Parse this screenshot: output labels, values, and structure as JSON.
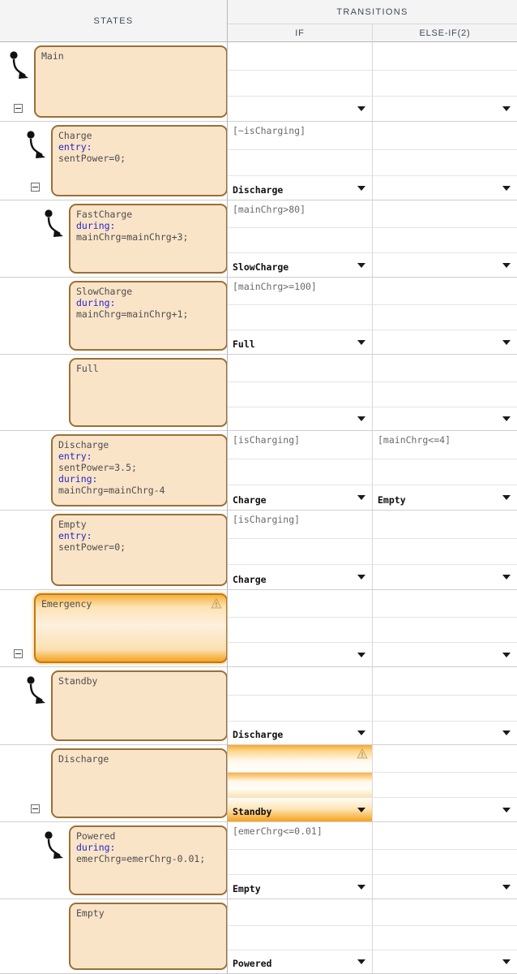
{
  "header": {
    "states_label": "STATES",
    "transitions_label": "TRANSITIONS",
    "if_label": "IF",
    "elseif_label": "ELSE-IF(2)"
  },
  "icons": {
    "collapse": "collapse-minus-icon",
    "default_transition": "default-transition-arrow-icon",
    "warning": "warning-triangle-icon",
    "dropdown": "chevron-down-icon"
  },
  "colors": {
    "state_fill": "#fae4c8",
    "state_border": "#9b6f36",
    "selected_accent": "#f5a21f",
    "header_bg": "#f4f4f4",
    "keyword": "#2626c8",
    "condition_text": "#6a6a6a",
    "destination_text": "#101010"
  },
  "rows": [
    {
      "state": {
        "name": "Main",
        "lines": [
          {
            "t": "Main",
            "k": false
          }
        ],
        "indent": 42,
        "selected": false,
        "has_default_arrow": true,
        "has_collapse": true,
        "has_warning": false
      },
      "if": {
        "condition": "",
        "action": "",
        "destination": "",
        "highlight": false,
        "warning": false
      },
      "elseif": {
        "condition": "",
        "action": "",
        "destination": "",
        "highlight": false,
        "warning": false
      }
    },
    {
      "state": {
        "name": "Charge",
        "lines": [
          {
            "t": "Charge",
            "k": false
          },
          {
            "t": "entry:",
            "k": true
          },
          {
            "t": "sentPower=0;",
            "k": false
          }
        ],
        "indent": 63,
        "selected": false,
        "has_default_arrow": true,
        "has_collapse": true,
        "has_warning": false
      },
      "if": {
        "condition": "[~isCharging]",
        "action": "",
        "destination": "Discharge",
        "highlight": false,
        "warning": false
      },
      "elseif": {
        "condition": "",
        "action": "",
        "destination": "",
        "highlight": false,
        "warning": false
      }
    },
    {
      "state": {
        "name": "FastCharge",
        "lines": [
          {
            "t": "FastCharge",
            "k": false
          },
          {
            "t": "during:",
            "k": true
          },
          {
            "t": "mainChrg=mainChrg+3;",
            "k": false
          }
        ],
        "indent": 85,
        "selected": false,
        "has_default_arrow": true,
        "has_collapse": false,
        "has_warning": false
      },
      "if": {
        "condition": "[mainChrg>80]",
        "action": "",
        "destination": "SlowCharge",
        "highlight": false,
        "warning": false
      },
      "elseif": {
        "condition": "",
        "action": "",
        "destination": "",
        "highlight": false,
        "warning": false
      }
    },
    {
      "state": {
        "name": "SlowCharge",
        "lines": [
          {
            "t": "SlowCharge",
            "k": false
          },
          {
            "t": "during:",
            "k": true
          },
          {
            "t": "mainChrg=mainChrg+1;",
            "k": false
          }
        ],
        "indent": 85,
        "selected": false,
        "has_default_arrow": false,
        "has_collapse": false,
        "has_warning": false
      },
      "if": {
        "condition": "[mainChrg>=100]",
        "action": "",
        "destination": "Full",
        "highlight": false,
        "warning": false
      },
      "elseif": {
        "condition": "",
        "action": "",
        "destination": "",
        "highlight": false,
        "warning": false
      }
    },
    {
      "state": {
        "name": "Full",
        "lines": [
          {
            "t": "Full",
            "k": false
          }
        ],
        "indent": 85,
        "selected": false,
        "has_default_arrow": false,
        "has_collapse": false,
        "has_warning": false
      },
      "if": {
        "condition": "",
        "action": "",
        "destination": "",
        "highlight": false,
        "warning": false
      },
      "elseif": {
        "condition": "",
        "action": "",
        "destination": "",
        "highlight": false,
        "warning": false
      }
    },
    {
      "state": {
        "name": "Discharge",
        "lines": [
          {
            "t": "Discharge",
            "k": false
          },
          {
            "t": "entry:",
            "k": true
          },
          {
            "t": "sentPower=3.5;",
            "k": false
          },
          {
            "t": "during:",
            "k": true
          },
          {
            "t": "mainChrg=mainChrg-4",
            "k": false
          }
        ],
        "indent": 63,
        "selected": false,
        "has_default_arrow": false,
        "has_collapse": false,
        "has_warning": false
      },
      "if": {
        "condition": "[isCharging]",
        "action": "",
        "destination": "Charge",
        "highlight": false,
        "warning": false
      },
      "elseif": {
        "condition": "[mainChrg<=4]",
        "action": "",
        "destination": "Empty",
        "highlight": false,
        "warning": false
      }
    },
    {
      "state": {
        "name": "Empty",
        "lines": [
          {
            "t": "Empty",
            "k": false
          },
          {
            "t": "entry:",
            "k": true
          },
          {
            "t": "sentPower=0;",
            "k": false
          }
        ],
        "indent": 63,
        "selected": false,
        "has_default_arrow": false,
        "has_collapse": false,
        "has_warning": false
      },
      "if": {
        "condition": "[isCharging]",
        "action": "",
        "destination": "Charge",
        "highlight": false,
        "warning": false
      },
      "elseif": {
        "condition": "",
        "action": "",
        "destination": "",
        "highlight": false,
        "warning": false
      }
    },
    {
      "state": {
        "name": "Emergency",
        "lines": [
          {
            "t": "Emergency",
            "k": false
          }
        ],
        "indent": 42,
        "selected": true,
        "has_default_arrow": false,
        "has_collapse": true,
        "has_warning": true
      },
      "if": {
        "condition": "",
        "action": "",
        "destination": "",
        "highlight": false,
        "warning": false
      },
      "elseif": {
        "condition": "",
        "action": "",
        "destination": "",
        "highlight": false,
        "warning": false
      }
    },
    {
      "state": {
        "name": "Standby",
        "lines": [
          {
            "t": "Standby",
            "k": false
          }
        ],
        "indent": 63,
        "selected": false,
        "has_default_arrow": true,
        "has_collapse": false,
        "has_warning": false
      },
      "if": {
        "condition": "",
        "action": "",
        "destination": "Discharge",
        "highlight": false,
        "warning": false
      },
      "elseif": {
        "condition": "",
        "action": "",
        "destination": "",
        "highlight": false,
        "warning": false
      }
    },
    {
      "state": {
        "name": "Discharge",
        "lines": [
          {
            "t": "Discharge",
            "k": false
          }
        ],
        "indent": 63,
        "selected": false,
        "has_default_arrow": false,
        "has_collapse": true,
        "has_warning": false
      },
      "if": {
        "condition": "",
        "action": "",
        "destination": "Standby",
        "highlight": true,
        "warning": true
      },
      "elseif": {
        "condition": "",
        "action": "",
        "destination": "",
        "highlight": false,
        "warning": false
      }
    },
    {
      "state": {
        "name": "Powered",
        "lines": [
          {
            "t": "Powered",
            "k": false
          },
          {
            "t": "during:",
            "k": true
          },
          {
            "t": "emerChrg=emerChrg-0.01;",
            "k": false
          }
        ],
        "indent": 85,
        "selected": false,
        "has_default_arrow": true,
        "has_collapse": false,
        "has_warning": false
      },
      "if": {
        "condition": "[emerChrg<=0.01]",
        "action": "",
        "destination": "Empty",
        "highlight": false,
        "warning": false
      },
      "elseif": {
        "condition": "",
        "action": "",
        "destination": "",
        "highlight": false,
        "warning": false
      }
    },
    {
      "state": {
        "name": "Empty",
        "lines": [
          {
            "t": "Empty",
            "k": false
          }
        ],
        "indent": 85,
        "selected": false,
        "has_default_arrow": false,
        "has_collapse": false,
        "has_warning": false
      },
      "if": {
        "condition": "",
        "action": "",
        "destination": "Powered",
        "highlight": false,
        "warning": false
      },
      "elseif": {
        "condition": "",
        "action": "",
        "destination": "",
        "highlight": false,
        "warning": false
      }
    }
  ]
}
